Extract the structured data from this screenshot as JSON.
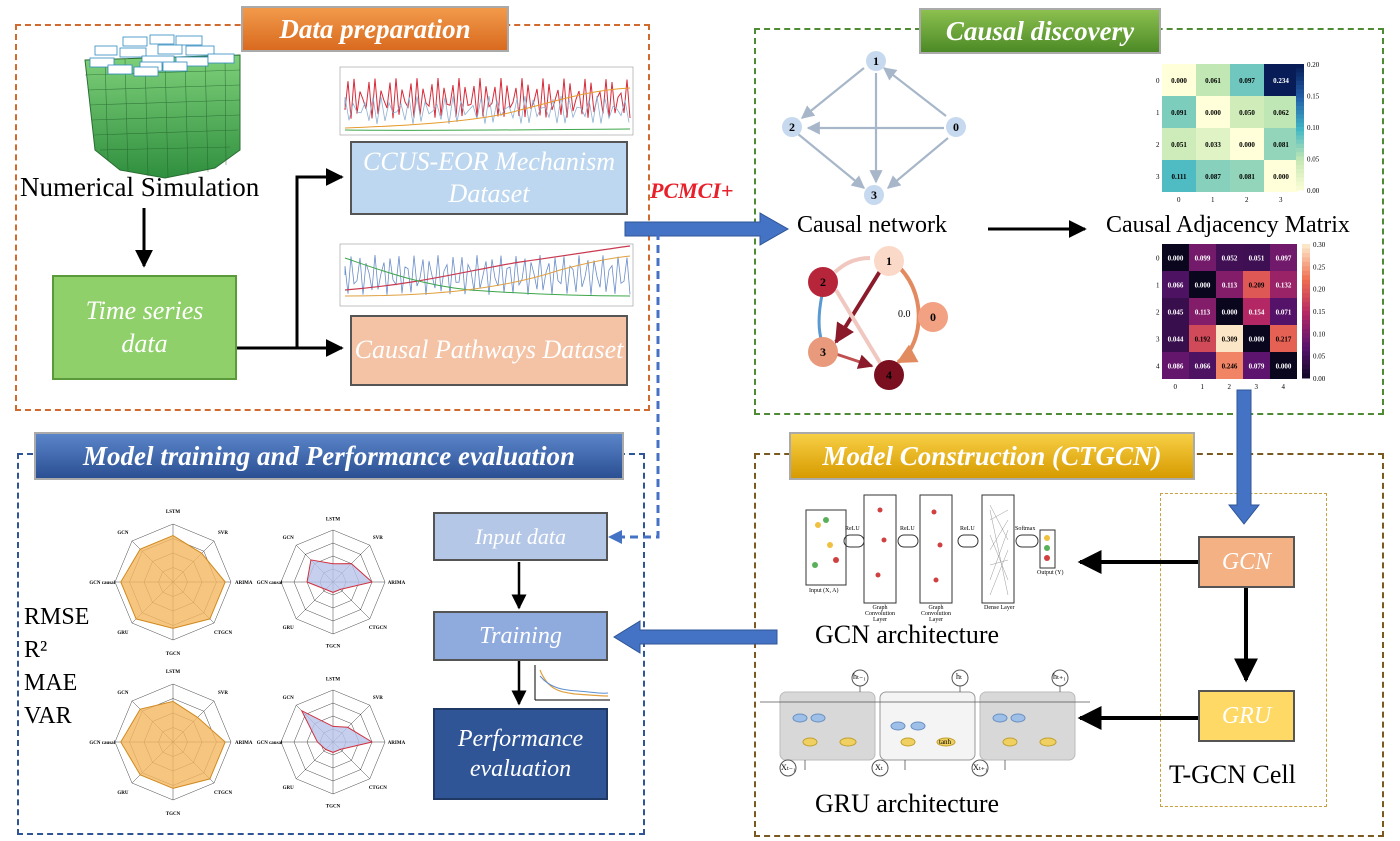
{
  "data_preparation": {
    "title": "Data preparation",
    "numerical_simulation": "Numerical Simulation",
    "time_series": "Time series data",
    "ccus_dataset": "CCUS-EOR Mechanism Dataset",
    "causal_dataset": "Causal Pathways Dataset"
  },
  "pcmci_label": "PCMCI+",
  "causal_discovery": {
    "title": "Causal discovery",
    "network_label": "Causal network",
    "matrix_label": "Causal Adjacency Matrix",
    "network_top_nodes": [
      "1",
      "2",
      "0",
      "3"
    ],
    "network_bottom_nodes": [
      "1",
      "2",
      "0",
      "3",
      "4"
    ],
    "edge_mark": "0.0",
    "matrix1": {
      "values": [
        [
          "0.000",
          "0.061",
          "0.097",
          "0.234"
        ],
        [
          "0.091",
          "0.000",
          "0.050",
          "0.062"
        ],
        [
          "0.051",
          "0.033",
          "0.000",
          "0.081"
        ],
        [
          "0.111",
          "0.087",
          "0.081",
          "0.000"
        ]
      ],
      "row_labels": [
        "0",
        "1",
        "2",
        "3"
      ],
      "col_labels": [
        "0",
        "1",
        "2",
        "3"
      ],
      "colorbar_ticks": [
        "0.20",
        "0.15",
        "0.10",
        "0.05",
        "0.00"
      ],
      "max": 0.234
    },
    "matrix2": {
      "values": [
        [
          "0.000",
          "0.099",
          "0.052",
          "0.051",
          "0.097"
        ],
        [
          "0.066",
          "0.000",
          "0.113",
          "0.209",
          "0.132"
        ],
        [
          "0.045",
          "0.113",
          "0.000",
          "0.154",
          "0.071"
        ],
        [
          "0.044",
          "0.192",
          "0.309",
          "0.000",
          "0.217"
        ],
        [
          "0.086",
          "0.066",
          "0.246",
          "0.079",
          "0.000"
        ]
      ],
      "row_labels": [
        "0",
        "1",
        "2",
        "3",
        "4"
      ],
      "col_labels": [
        "0",
        "1",
        "2",
        "3",
        "4"
      ],
      "colorbar_ticks": [
        "0.30",
        "0.25",
        "0.20",
        "0.15",
        "0.10",
        "0.05",
        "0.00"
      ],
      "max": 0.309
    }
  },
  "model_training": {
    "title": "Model training and  Performance evaluation",
    "metrics": [
      "RMSE",
      "R²",
      "MAE",
      "VAR"
    ],
    "input": "Input  data",
    "training": "Training",
    "performance": "Performance evaluation",
    "radar_axes": [
      "LSTM",
      "SVR",
      "ARIMA",
      "CTGCN",
      "TGCN",
      "GRU",
      "GCN causal",
      "GCN"
    ],
    "radar_values": {
      "r1": [
        0.8,
        0.7,
        0.9,
        0.9,
        0.8,
        0.9,
        0.9,
        0.8
      ],
      "r2": [
        0.35,
        0.5,
        0.75,
        0.2,
        0.2,
        0.2,
        0.5,
        0.6
      ],
      "r3": [
        0.7,
        0.6,
        0.9,
        0.9,
        0.8,
        0.8,
        0.9,
        0.8
      ],
      "r4": [
        0.3,
        0.4,
        0.75,
        0.2,
        0.2,
        0.2,
        0.3,
        0.85
      ]
    }
  },
  "model_construction": {
    "title": "Model Construction (CTGCN)",
    "gcn_arch": "GCN architecture",
    "gru_arch": "GRU architecture",
    "gcn": "GCN",
    "gru": "GRU",
    "cell": "T-GCN Cell",
    "gcn_sub": [
      "Input (X, A)",
      "Graph Convolution Layer",
      "Graph Convolution Layer",
      "Dense Layer",
      "Output (Y)"
    ],
    "relu": "ReLU",
    "softmax": "Softmax",
    "gru_labels": [
      "hₜ₋₁",
      "hₜ",
      "hₜ₊₁",
      "Xₜ₋₁",
      "Xₜ",
      "Xₜ₊₁",
      "tanh"
    ]
  },
  "colors": {
    "orange_border": "#d06a2f",
    "green_border": "#4f8a35",
    "blue_border": "#2f5597",
    "brown_border": "#7a5a20",
    "arrow_blue": "#4472c4",
    "pcmci_red": "#e8202a"
  }
}
